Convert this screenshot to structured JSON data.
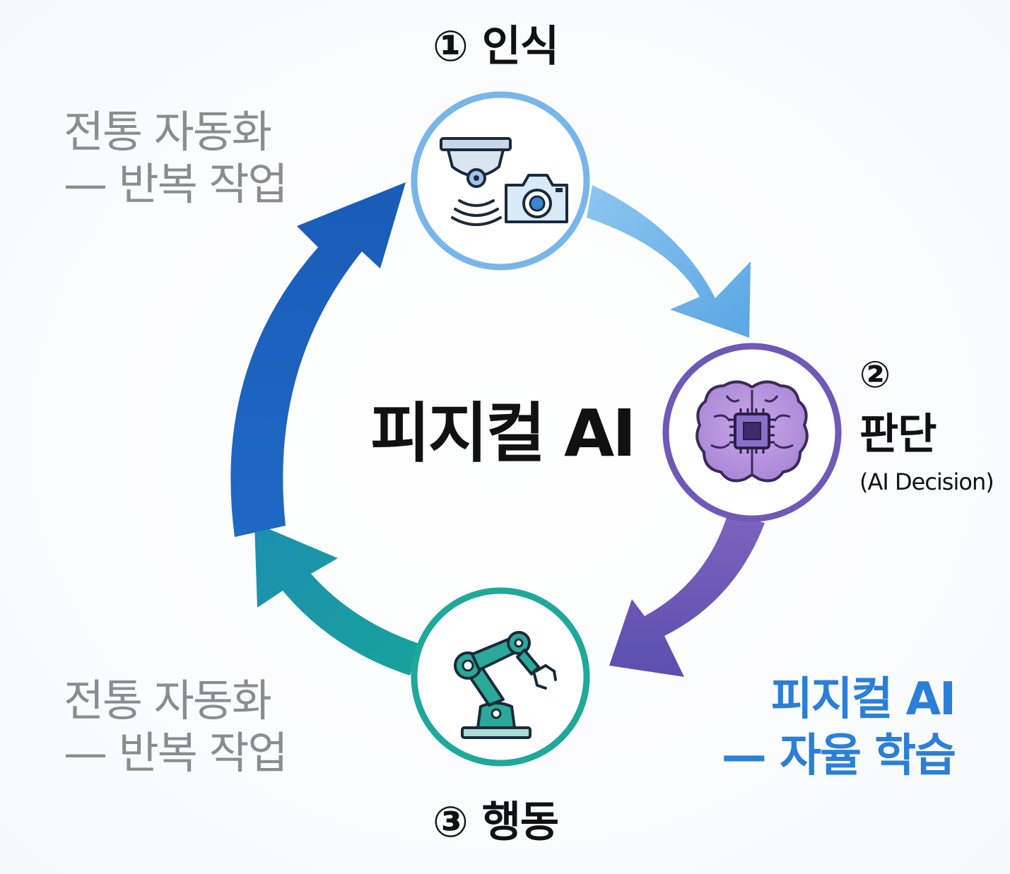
{
  "center": {
    "title": "피지컬 AI"
  },
  "steps": [
    {
      "number": "①",
      "title": "인식",
      "subtitle": "",
      "icon": "camera-sensor-icon",
      "color": "#6fb3ea"
    },
    {
      "number": "②",
      "title": "판단",
      "subtitle": "(AI Decision)",
      "icon": "brain-chip-icon",
      "color": "#7a5fb8"
    },
    {
      "number": "③",
      "title": "행동",
      "subtitle": "",
      "icon": "robot-arm-icon",
      "color": "#1fa89c"
    }
  ],
  "side_notes": {
    "traditional_top": {
      "line1": "전통 자동화",
      "line2": "— 반복 작업",
      "color": "#8c8c8c"
    },
    "traditional_bottom": {
      "line1": "전통 자동화",
      "line2": "— 반복 작업",
      "color": "#8c8c8c"
    },
    "physical_ai": {
      "line1": "피지컬 AI",
      "line2": "— 자율 학습",
      "color": "#2b7fd6"
    }
  },
  "arrow_colors": {
    "perception_to_decision": "#7ab8ea",
    "decision_to_action": "#6a5ab4",
    "action_to_perception_teal": "#1ea396",
    "action_to_perception_blue": "#1a63bf"
  }
}
